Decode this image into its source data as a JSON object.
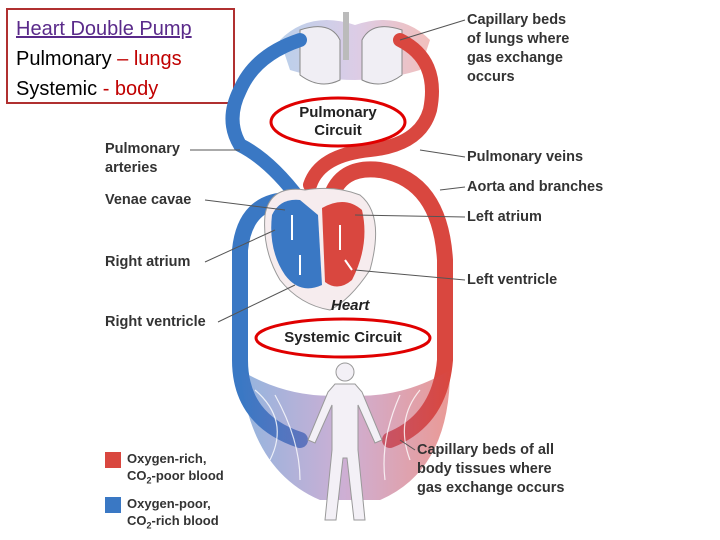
{
  "title_box": {
    "line1": "Heart Double Pump",
    "line2_prefix": "Pulmonary ",
    "line2_dash": "–",
    "line2_highlight": " lungs",
    "line3_prefix": "Systemic ",
    "line3_dash": "-",
    "line3_highlight": " body"
  },
  "labels": {
    "capillary_lungs": "Capillary beds\nof lungs where\ngas exchange\noccurs",
    "pulmonary_arteries": "Pulmonary\narteries",
    "venae_cavae": "Venae cavae",
    "right_atrium": "Right atrium",
    "right_ventricle": "Right ventricle",
    "pulmonary_veins": "Pulmonary veins",
    "aorta": "Aorta and branches",
    "left_atrium": "Left atrium",
    "left_ventricle": "Left ventricle",
    "capillary_body": "Capillary beds of all\nbody tissues where\ngas exchange occurs",
    "heart": "Heart"
  },
  "circuits": {
    "pulmonary": "Pulmonary\nCircuit",
    "systemic": "Systemic Circuit"
  },
  "legend": {
    "oxygen_rich_line1": "Oxygen-rich,",
    "oxygen_rich_co2": "CO",
    "oxygen_rich_sub": "2",
    "oxygen_rich_rest": "-poor blood",
    "oxygen_poor_line1": "Oxygen-poor,",
    "oxygen_poor_co2": "CO",
    "oxygen_poor_sub": "2",
    "oxygen_poor_rest": "-rich blood"
  },
  "colors": {
    "oxygen_rich": "#d9473f",
    "oxygen_poor": "#3a78c4",
    "highlight_ring": "#e00000",
    "title_accent": "#c00000"
  }
}
